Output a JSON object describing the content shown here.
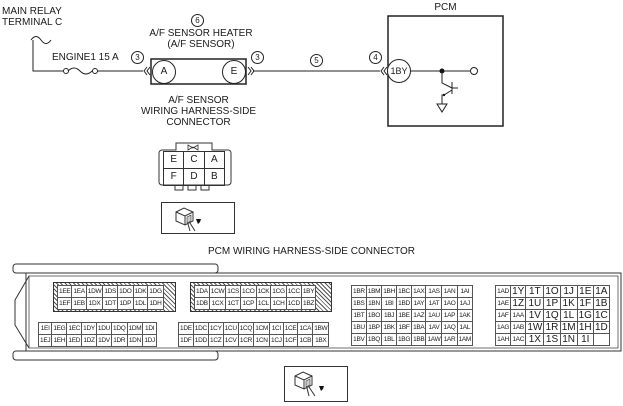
{
  "schematic": {
    "main_relay_label": [
      "MAIN RELAY",
      "TERMINAL C"
    ],
    "fuse_label": "ENGINE1 15 A",
    "heater": {
      "ref_num": "6",
      "title": [
        "A/F SENSOR HEATER",
        "(A/F SENSOR)"
      ],
      "pin_left": "A",
      "pin_right": "E",
      "ref_left": "3",
      "ref_right": "3"
    },
    "wire_ref": "5",
    "pcm": {
      "title": "PCM",
      "ref_num": "4",
      "pin": "1BY"
    },
    "af_connector_label": [
      "A/F SENSOR",
      "WIRING HARNESS-SIDE",
      "CONNECTOR"
    ],
    "af_connector_pins": [
      [
        "E",
        "C",
        "A"
      ],
      [
        "F",
        "D",
        "B"
      ]
    ]
  },
  "pcm_connector": {
    "title": "PCM WIRING HARNESS-SIDE CONNECTOR",
    "block1_hatched": [
      [
        "1EE",
        "1EA",
        "1DW",
        "1DS",
        "1DO",
        "1DK",
        "1DG"
      ],
      [
        "1EF",
        "1EB",
        "1DX",
        "1DT",
        "1DP",
        "1DL",
        "1DH"
      ]
    ],
    "block2_hatched": [
      [
        "1DA",
        "1CW",
        "1CS",
        "1CO",
        "1CK",
        "1CG",
        "1CC",
        "1BY"
      ],
      [
        "1DB",
        "1CX",
        "1CT",
        "1CP",
        "1CL",
        "1CH",
        "1CD",
        "1BZ"
      ]
    ],
    "block1_lower": [
      [
        "1EI",
        "1EG",
        "1EC",
        "1DY",
        "1DU",
        "1DQ",
        "1DM",
        "1DI"
      ],
      [
        "1EJ",
        "1EH",
        "1ED",
        "1DZ",
        "1DV",
        "1DR",
        "1DN",
        "1DJ"
      ]
    ],
    "block2_lower": [
      [
        "1DE",
        "1DC",
        "1CY",
        "1CU",
        "1CQ",
        "1CM",
        "1CI",
        "1CE",
        "1CA",
        "1BW"
      ],
      [
        "1DF",
        "1DD",
        "1CZ",
        "1CV",
        "1CR",
        "1CN",
        "1CJ",
        "1CF",
        "1CB",
        "1BX"
      ]
    ],
    "block3": [
      [
        "1BR",
        "1BM",
        "1BH",
        "1BC",
        "1AX",
        "1AS",
        "1AN",
        "1AI"
      ],
      [
        "1BS",
        "1BN",
        "1BI",
        "1BD",
        "1AY",
        "1AT",
        "1AO",
        "1AJ"
      ],
      [
        "1BT",
        "1BO",
        "1BJ",
        "1BE",
        "1AZ",
        "1AU",
        "1AP",
        "1AK"
      ],
      [
        "1BU",
        "1BP",
        "1BK",
        "1BF",
        "1BA",
        "1AV",
        "1AQ",
        "1AL"
      ],
      [
        "1BV",
        "1BQ",
        "1BL",
        "1BG",
        "1BB",
        "1AW",
        "1AR",
        "1AM"
      ]
    ],
    "block4": [
      [
        "1AD",
        "1Y",
        "1T",
        "1O",
        "1J",
        "1E",
        "1A"
      ],
      [
        "1AE",
        "1Z",
        "1U",
        "1P",
        "1K",
        "1F",
        "1B"
      ],
      [
        "1AF",
        "1AA",
        "1V",
        "1Q",
        "1L",
        "1G",
        "1C"
      ],
      [
        "1AG",
        "1AB",
        "1W",
        "1R",
        "1M",
        "1H",
        "1D"
      ],
      [
        "1AH",
        "1AC",
        "1X",
        "1S",
        "1N",
        "1I",
        ""
      ]
    ]
  },
  "icons": {
    "connector_view": "connector-probe-view-icon"
  }
}
